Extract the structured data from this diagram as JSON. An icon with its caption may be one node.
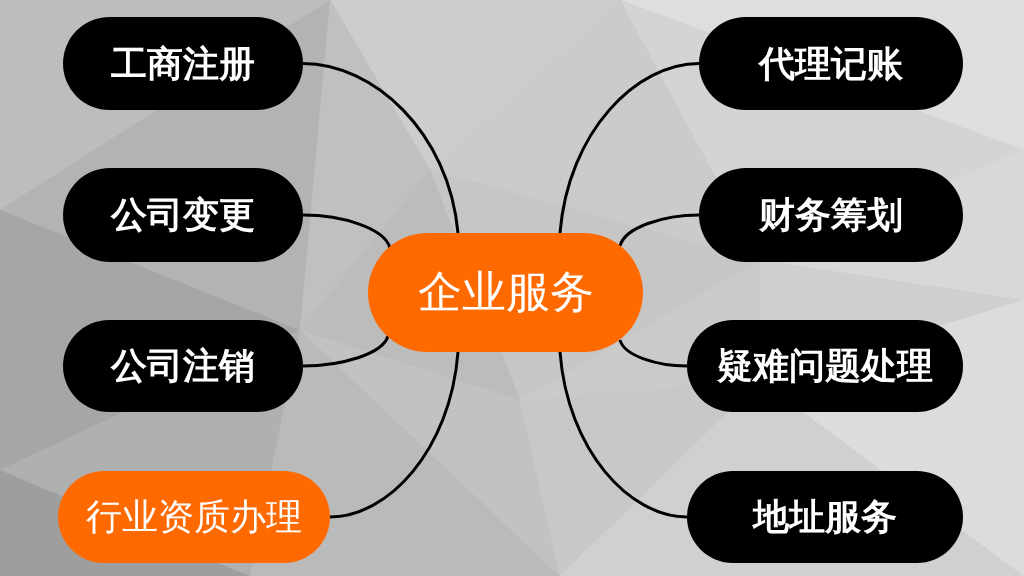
{
  "diagram": {
    "nodes": [
      {
        "text": [
          "企业服务"
        ]
      },
      {
        "text": [
          "工商注册"
        ]
      },
      {
        "text": [
          "公司变更"
        ]
      },
      {
        "text": [
          "公司注销"
        ]
      },
      {
        "text": [
          "行业资质办理"
        ]
      },
      {
        "text": [
          "代理记账"
        ]
      },
      {
        "text": [
          "财务筹划"
        ]
      },
      {
        "text": [
          "疑难问题处理"
        ]
      },
      {
        "text": [
          "地址服务"
        ]
      }
    ],
    "edges": [
      {
        "from": 0,
        "to": 1,
        "arrow": "none"
      },
      {
        "from": 0,
        "to": 2,
        "arrow": "none"
      },
      {
        "from": 0,
        "to": 3,
        "arrow": "none"
      },
      {
        "from": 0,
        "to": 4,
        "arrow": "none"
      },
      {
        "from": 0,
        "to": 5,
        "arrow": "none"
      },
      {
        "from": 0,
        "to": 6,
        "arrow": "none"
      },
      {
        "from": 0,
        "to": 7,
        "arrow": "none"
      },
      {
        "from": 0,
        "to": 8,
        "arrow": "none"
      }
    ]
  }
}
